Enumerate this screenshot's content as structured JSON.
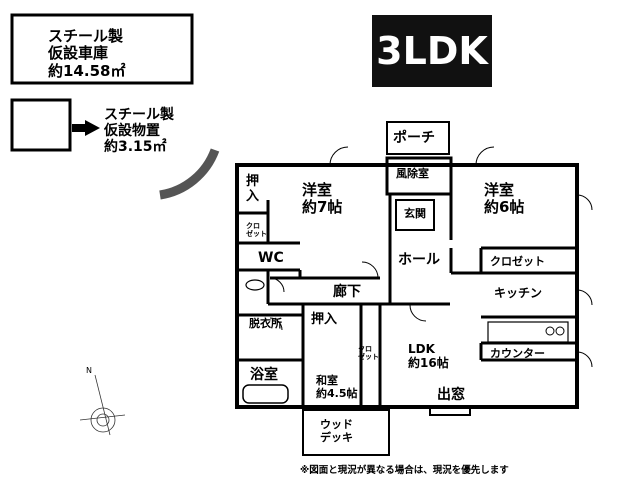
{
  "badge": "3LDK",
  "garage": {
    "lines": [
      "スチール製",
      "仮設車庫",
      "約14.58㎡"
    ]
  },
  "storage": {
    "lines": [
      "スチール製",
      "仮設物置",
      "約3.15㎡"
    ]
  },
  "rooms": {
    "porch": "ポーチ",
    "windbreak": "風除室",
    "entrance": "玄関",
    "hall": "ホール",
    "corridor": "廊下",
    "western7": {
      "name": "洋室",
      "size": "約7帖"
    },
    "western6": {
      "name": "洋室",
      "size": "約6帖"
    },
    "oshiire1": "押入",
    "oshiire2": "押入",
    "closet_small": [
      "クロ",
      "ゼット"
    ],
    "closet_small2": [
      "クロ",
      "ゼット"
    ],
    "wc": "WC",
    "closet": "クロゼット",
    "kitchen": "キッチン",
    "counter": "カウンター",
    "dressing": "脱衣所",
    "bath": "浴室",
    "washitsu": {
      "name": "和室",
      "size": "約4.5帖"
    },
    "ldk": {
      "name": "LDK",
      "size": "約16帖"
    },
    "bay_window": "出窓",
    "deck": [
      "ウッド",
      "デッキ"
    ]
  },
  "compass": "N",
  "note": "※図面と現況が異なる場合は、現況を優先します",
  "colors": {
    "badge_bg": "#111111",
    "wall": "#000000",
    "hatch": "#555555"
  }
}
